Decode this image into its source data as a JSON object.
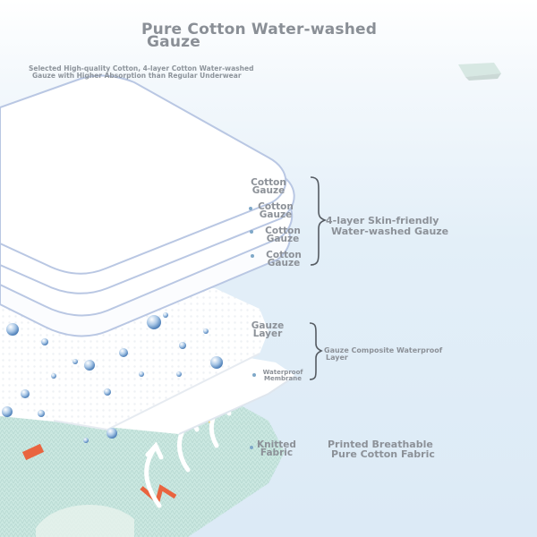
{
  "header": {
    "title_line1": "Pure Cotton Water-washed",
    "title_line2": "Gauze",
    "subtitle_line1": "Selected High-quality Cotton, 4-layer Cotton Water-washed",
    "subtitle_line2": "Gauze with Higher Absorption than Regular Underwear"
  },
  "layers": {
    "cotton1": {
      "line1": "Cotton",
      "line2": "Gauze"
    },
    "cotton2": {
      "line1": "Cotton",
      "line2": "Gauze"
    },
    "cotton3": {
      "line1": "Cotton",
      "line2": "Gauze"
    },
    "cotton4": {
      "line1": "Cotton",
      "line2": "Gauze"
    },
    "gauze_layer": {
      "line1": "Gauze",
      "line2": "Layer"
    },
    "membrane": {
      "line1": "Waterproof",
      "line2": "Membrane"
    },
    "knitted": {
      "line1": "Knitted",
      "line2": "Fabric"
    }
  },
  "groups": {
    "gauze4": {
      "line1": "4-layer Skin-friendly",
      "line2": "Water-washed Gauze"
    },
    "composite": {
      "line1": "Gauze Composite Waterproof",
      "line2": "Layer"
    },
    "printed": {
      "line1": "Printed Breathable",
      "line2": "Pure Cotton Fabric"
    }
  },
  "colors": {
    "label_text": "#8c9198",
    "pad_white": "#ffffff",
    "pad_edge": "#b9c7e3",
    "fabric_mint": "#c9e8e2",
    "accent_orange": "#e9643f",
    "accent_yellow": "#f0c64a",
    "droplet": "#5a8cc2",
    "dot_blue": "#7fa8c8"
  }
}
